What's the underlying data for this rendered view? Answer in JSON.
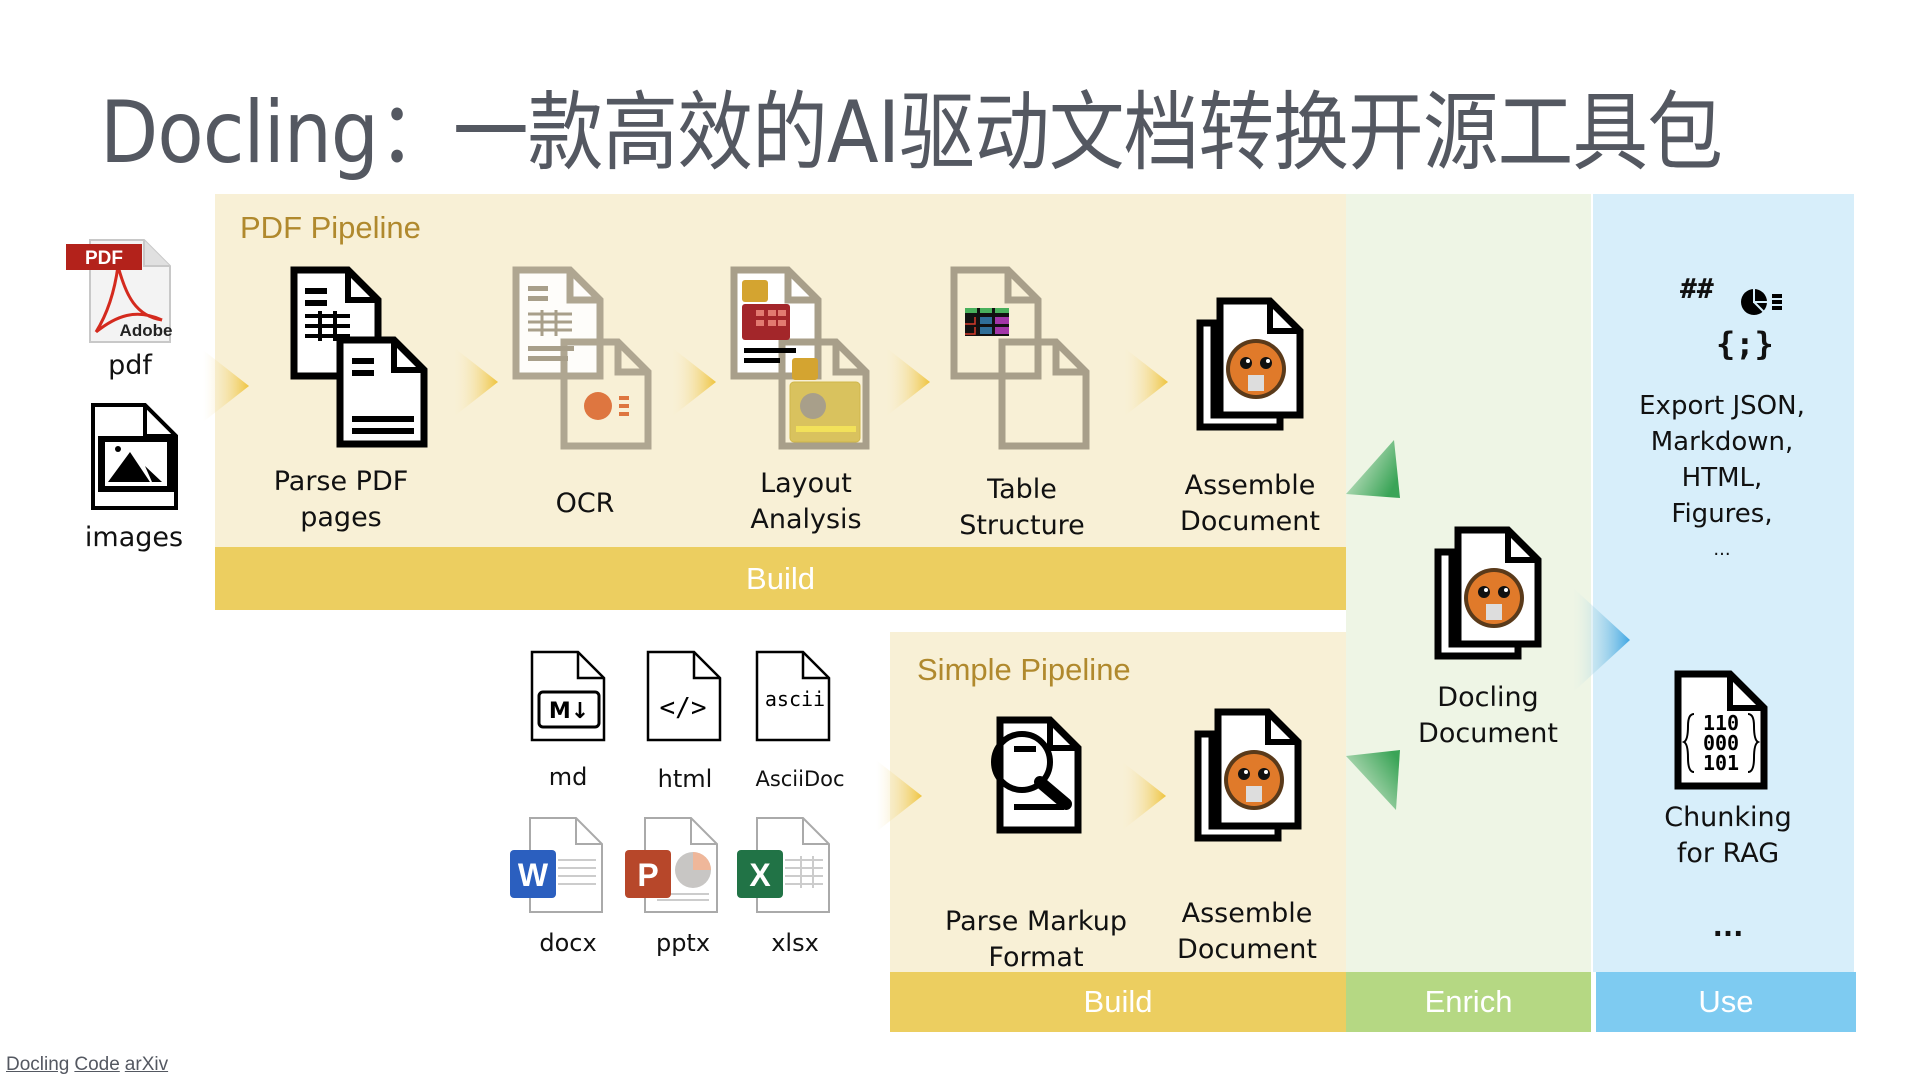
{
  "title": "Docling：一款高效的AI驱动文档转换开源工具包",
  "inputs": {
    "pdf_label": "pdf",
    "pdf_badge": "PDF",
    "pdf_brand": "Adobe",
    "images_label": "images"
  },
  "pdf_pipeline": {
    "title": "PDF Pipeline",
    "steps": [
      {
        "label_lines": [
          "Parse PDF",
          "pages"
        ]
      },
      {
        "label_lines": [
          "OCR"
        ]
      },
      {
        "label_lines": [
          "Layout",
          "Analysis"
        ]
      },
      {
        "label_lines": [
          "Table",
          "Structure"
        ]
      },
      {
        "label_lines": [
          "Assemble",
          "Document"
        ]
      }
    ],
    "bar_label": "Build"
  },
  "markup_formats": [
    {
      "label": "md",
      "glyph": "M↓"
    },
    {
      "label": "html",
      "glyph": "</>"
    },
    {
      "label": "AsciiDoc",
      "glyph": "ascii"
    },
    {
      "label": "docx",
      "glyph": "W"
    },
    {
      "label": "pptx",
      "glyph": "P"
    },
    {
      "label": "xlsx",
      "glyph": "X"
    }
  ],
  "simple_pipeline": {
    "title": "Simple Pipeline",
    "steps": [
      {
        "label_lines": [
          "Parse Markup",
          "Format"
        ]
      },
      {
        "label_lines": [
          "Assemble",
          "Document"
        ]
      }
    ],
    "bar_label": "Build"
  },
  "enrich": {
    "doc_label_lines": [
      "Docling",
      "Document"
    ],
    "bar_label": "Enrich"
  },
  "use": {
    "icons_text": {
      "hash": "##",
      "braces": "{;}"
    },
    "export_lines": [
      "Export JSON,",
      "Markdown,",
      "HTML,",
      "Figures,",
      "..."
    ],
    "chunk_lines": [
      "Chunking",
      "for RAG"
    ],
    "more": "...",
    "binary": [
      "110",
      "000",
      "101"
    ],
    "bar_label": "Use"
  },
  "footer_links": [
    "Docling",
    "Code",
    "arXiv"
  ],
  "colors": {
    "build": "#ecce60",
    "enrich": "#b5d883",
    "use": "#7ecbf1",
    "pipeline_bg": "#f8f0d6",
    "pipeline_title": "#b0892d",
    "title_text": "#545861"
  }
}
